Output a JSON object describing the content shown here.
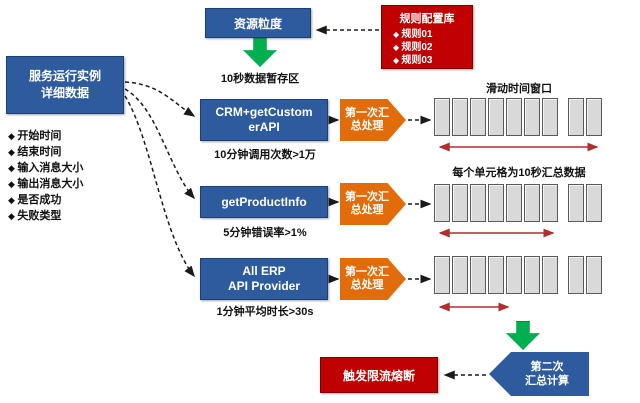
{
  "colors": {
    "blue": "#2e5b9e",
    "red": "#c00000",
    "orange": "#e36c0a",
    "green": "#00b050",
    "arrow_red": "#b02e2e"
  },
  "top": {
    "resource_label": "资源粒度",
    "rule_library": {
      "title": "规则配置库",
      "items": [
        "规则01",
        "规则02",
        "规则03"
      ]
    },
    "staging_label": "10秒数据暂存区"
  },
  "left_panel": {
    "title": "服务运行实例\n详细数据",
    "metrics": [
      "开始时间",
      "结束时间",
      "输入消息大小",
      "输出消息大小",
      "是否成功",
      "失败类型"
    ]
  },
  "rows": [
    {
      "service": "CRM+getCustomerAPI",
      "condition": "10分钟调用次数>1万",
      "process": "第一次汇总处理"
    },
    {
      "service": "getProductInfo",
      "condition": "5分钟错误率>1%",
      "process": "第一次汇总处理"
    },
    {
      "service": "All ERP\nAPI Provider",
      "condition": "1分钟平均时长>30s",
      "process": "第一次汇总处理"
    }
  ],
  "window": {
    "title": "滑动时间窗口",
    "cell_note": "每个单元格为10秒汇总数据",
    "rows": [
      {
        "main_cells": 7,
        "tail_cells": 2
      },
      {
        "main_cells": 7,
        "tail_cells": 2
      },
      {
        "main_cells": 7,
        "tail_cells": 2
      }
    ]
  },
  "bottom": {
    "second_process": "第二次\n汇总计算",
    "trigger": "触发限流熔断"
  }
}
